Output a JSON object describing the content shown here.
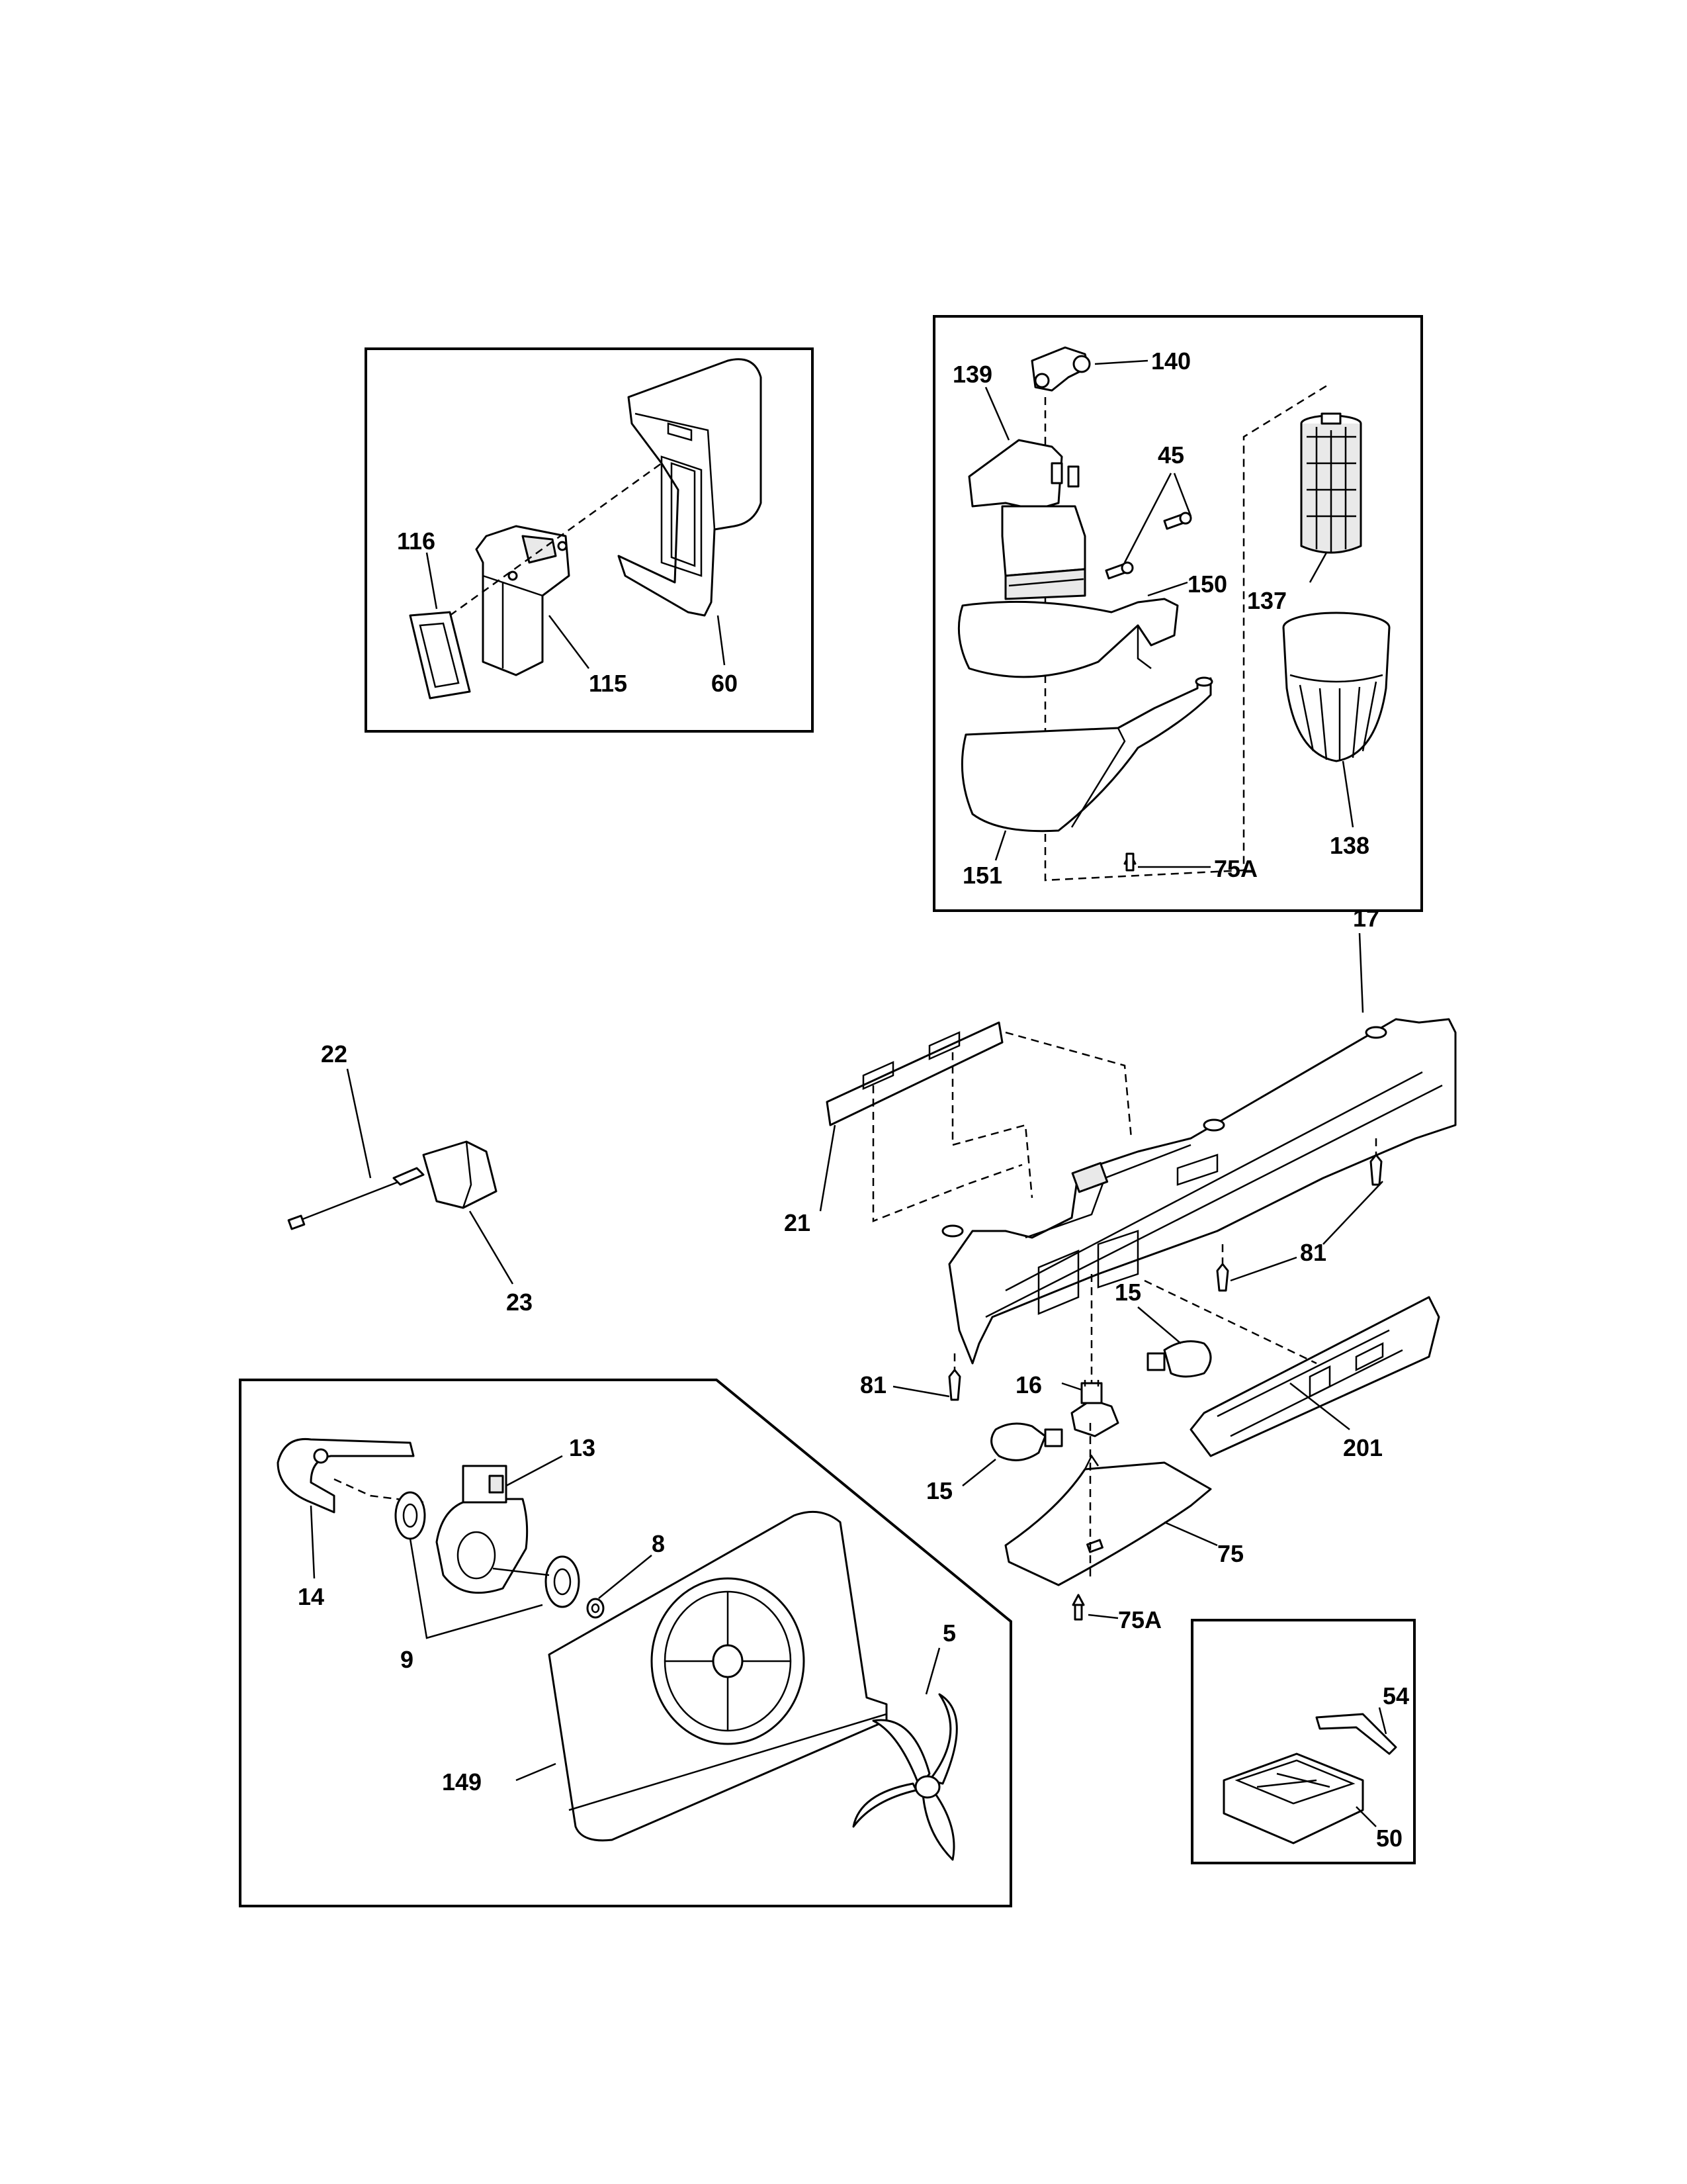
{
  "labels": {
    "l116": "116",
    "l115": "115",
    "l60": "60",
    "l140": "140",
    "l139": "139",
    "l45": "45",
    "l150": "150",
    "l137": "137",
    "l138": "138",
    "l151": "151",
    "l75a_top": "75A",
    "l17": "17",
    "l22": "22",
    "l23": "23",
    "l21": "21",
    "l81_right": "81",
    "l15_upper": "15",
    "l16": "16",
    "l81_left": "81",
    "l15_lower": "15",
    "l201": "201",
    "l75": "75",
    "l75a_bottom": "75A",
    "l13": "13",
    "l8": "8",
    "l14": "14",
    "l9": "9",
    "l5": "5",
    "l149": "149",
    "l54": "54",
    "l50": "50"
  }
}
